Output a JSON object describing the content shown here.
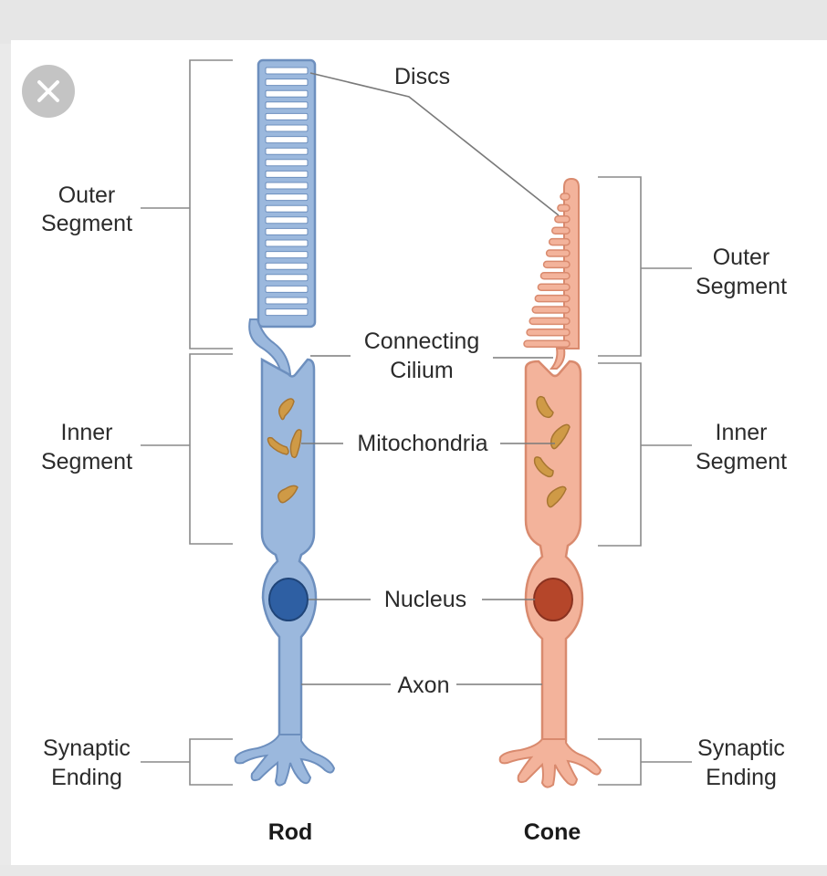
{
  "labels": {
    "discs": "Discs",
    "connecting_cilium": [
      "Connecting",
      "Cilium"
    ],
    "mitochondria": "Mitochondria",
    "nucleus": "Nucleus",
    "axon": "Axon"
  },
  "left_side": {
    "outer_segment": [
      "Outer",
      "Segment"
    ],
    "inner_segment": [
      "Inner",
      "Segment"
    ],
    "synaptic_ending": [
      "Synaptic",
      "Ending"
    ]
  },
  "right_side": {
    "outer_segment": [
      "Outer",
      "Segment"
    ],
    "inner_segment": [
      "Inner",
      "Segment"
    ],
    "synaptic_ending": [
      "Synaptic",
      "Ending"
    ]
  },
  "cells": {
    "rod": {
      "name": "Rod",
      "color": "#9bb8dd",
      "stroke": "#6d8fbe",
      "nucleus_color": "#2e5fa3"
    },
    "cone": {
      "name": "Cone",
      "color": "#f3b39b",
      "stroke": "#d98a6e",
      "nucleus_color": "#b5462a"
    }
  },
  "colors": {
    "mitochondria": "#cf9a46",
    "close_button": "#c4c4c4"
  },
  "icons": {
    "close": "close-icon"
  }
}
